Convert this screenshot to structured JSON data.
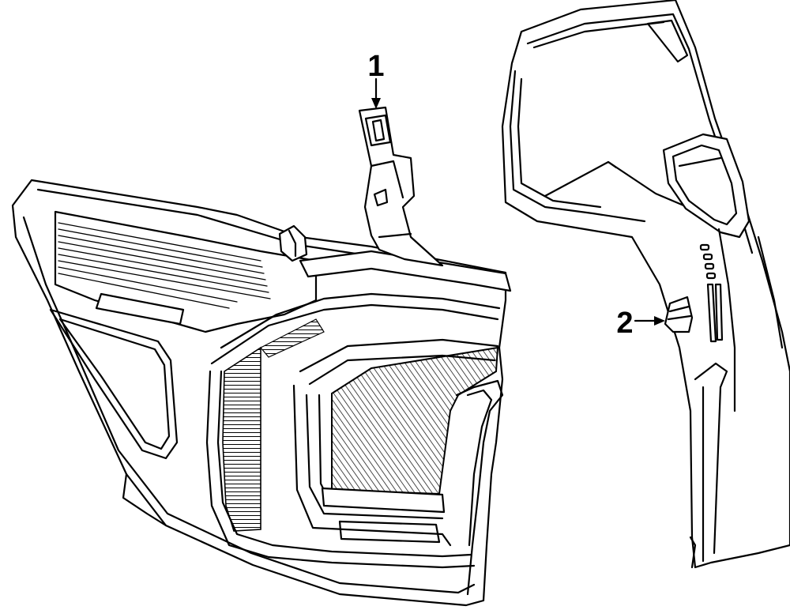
{
  "callouts": [
    {
      "id": "1",
      "label": "1"
    },
    {
      "id": "2",
      "label": "2"
    }
  ],
  "colors": {
    "line": "#000000",
    "background": "#ffffff",
    "hatch": "#000000"
  }
}
